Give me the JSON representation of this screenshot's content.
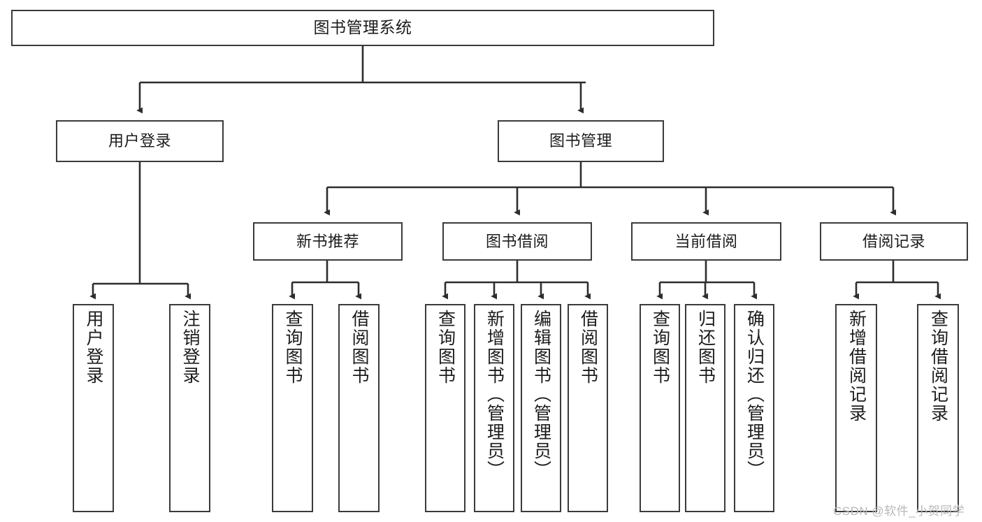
{
  "diagram": {
    "title": "图书管理系统",
    "type": "tree",
    "colors": {
      "box_border": "#3b3b3b",
      "box_fill": "#ffffff",
      "line": "#2d2d2d",
      "text": "#1c1c1c",
      "watermark": "#b9b9b9",
      "background": "#ffffff"
    },
    "nodes": {
      "root": {
        "label": "图书管理系统"
      },
      "level1": [
        {
          "id": "user-login",
          "label": "用户登录"
        },
        {
          "id": "book-management",
          "label": "图书管理"
        }
      ],
      "level2": [
        {
          "id": "new-book-recommend",
          "label": "新书推荐"
        },
        {
          "id": "book-borrow",
          "label": "图书借阅"
        },
        {
          "id": "current-borrow",
          "label": "当前借阅"
        },
        {
          "id": "borrow-record",
          "label": "借阅记录"
        }
      ],
      "leaves": {
        "user_login": [
          {
            "id": "leaf-user-login",
            "label": "用户登录"
          },
          {
            "id": "leaf-logout-login",
            "label": "注销登录"
          }
        ],
        "new_book_recommend": [
          {
            "id": "leaf-query-book-1",
            "label": "查询图书"
          },
          {
            "id": "leaf-borrow-book-1",
            "label": "借阅图书"
          }
        ],
        "book_borrow": [
          {
            "id": "leaf-query-book-2",
            "label": "查询图书"
          },
          {
            "id": "leaf-add-book",
            "label": "新增图书（管理员）"
          },
          {
            "id": "leaf-edit-book",
            "label": "编辑图书（管理员）"
          },
          {
            "id": "leaf-borrow-book-2",
            "label": "借阅图书"
          }
        ],
        "current_borrow": [
          {
            "id": "leaf-query-book-3",
            "label": "查询图书"
          },
          {
            "id": "leaf-return-book",
            "label": "归还图书"
          },
          {
            "id": "leaf-confirm-return",
            "label": "确认归还（管理员）"
          }
        ],
        "borrow_record": [
          {
            "id": "leaf-add-borrow-record",
            "label": "新增借阅记录"
          },
          {
            "id": "leaf-query-borrow-record",
            "label": "查询借阅记录"
          }
        ]
      }
    },
    "edges": [
      {
        "from": "图书管理系统",
        "to": "用户登录"
      },
      {
        "from": "图书管理系统",
        "to": "图书管理"
      },
      {
        "from": "用户登录",
        "to": "用户登录"
      },
      {
        "from": "用户登录",
        "to": "注销登录"
      },
      {
        "from": "图书管理",
        "to": "新书推荐"
      },
      {
        "from": "图书管理",
        "to": "图书借阅"
      },
      {
        "from": "图书管理",
        "to": "当前借阅"
      },
      {
        "from": "图书管理",
        "to": "借阅记录"
      },
      {
        "from": "新书推荐",
        "to": "查询图书"
      },
      {
        "from": "新书推荐",
        "to": "借阅图书"
      },
      {
        "from": "图书借阅",
        "to": "查询图书"
      },
      {
        "from": "图书借阅",
        "to": "新增图书（管理员）"
      },
      {
        "from": "图书借阅",
        "to": "编辑图书（管理员）"
      },
      {
        "from": "图书借阅",
        "to": "借阅图书"
      },
      {
        "from": "当前借阅",
        "to": "查询图书"
      },
      {
        "from": "当前借阅",
        "to": "归还图书"
      },
      {
        "from": "当前借阅",
        "to": "确认归还（管理员）"
      },
      {
        "from": "借阅记录",
        "to": "新增借阅记录"
      },
      {
        "from": "借阅记录",
        "to": "查询借阅记录"
      }
    ]
  },
  "watermark": {
    "text": "CSDN @软件_小贺同学"
  }
}
